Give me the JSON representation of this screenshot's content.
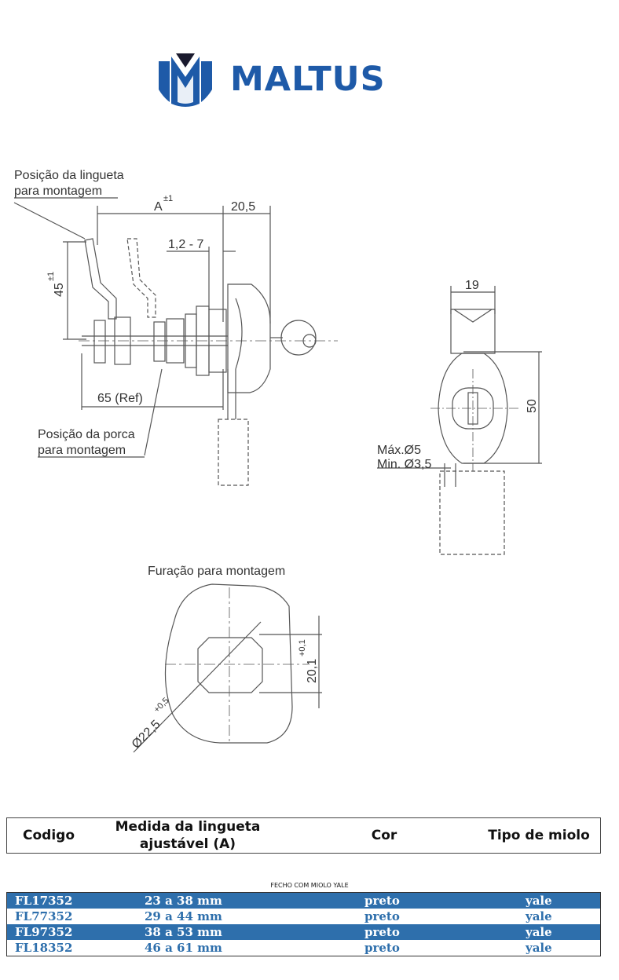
{
  "logo": {
    "text": "MALTUS",
    "colors": {
      "blue": "#1e5aa8",
      "dark": "#1a1a2e"
    }
  },
  "drawing": {
    "labels": {
      "lingueta_pos_1": "Posição da lingueta",
      "lingueta_pos_2": "para montagem",
      "dim_a": "A",
      "dim_a_tol": "±1",
      "dim_20_5": "20,5",
      "dim_1_2_7": "1,2 - 7",
      "dim_45": "45",
      "dim_45_tol": "±1",
      "dim_65": "65 (Ref)",
      "porca_pos_1": "Posição da porca",
      "porca_pos_2": "para montagem",
      "dim_19": "19",
      "dim_50": "50",
      "max_5": "Máx.Ø5",
      "min_3_5": "Min. Ø3,5",
      "furacao_title": "Furação para montagem",
      "dim_20_1": "20,1",
      "dim_20_1_tol": "+0,1",
      "dim_22_5": "Ø22,5",
      "dim_22_5_tol": "+0,5"
    }
  },
  "table": {
    "headers": {
      "codigo": "Codigo",
      "medida_1": "Medida da lingueta",
      "medida_2": "ajustável (A)",
      "cor": "Cor",
      "tipo": "Tipo de miolo"
    },
    "section_title": "FECHO COM MIOLO YALE",
    "rows": [
      {
        "codigo": "FL17352",
        "medida": "23 a 38 mm",
        "cor": "preto",
        "tipo": "yale"
      },
      {
        "codigo": "FL77352",
        "medida": "29 a 44 mm",
        "cor": "preto",
        "tipo": "yale"
      },
      {
        "codigo": "FL97352",
        "medida": "38 a 53 mm",
        "cor": "preto",
        "tipo": "yale"
      },
      {
        "codigo": "FL18352",
        "medida": "46 a 61 mm",
        "cor": "preto",
        "tipo": "yale"
      }
    ]
  }
}
